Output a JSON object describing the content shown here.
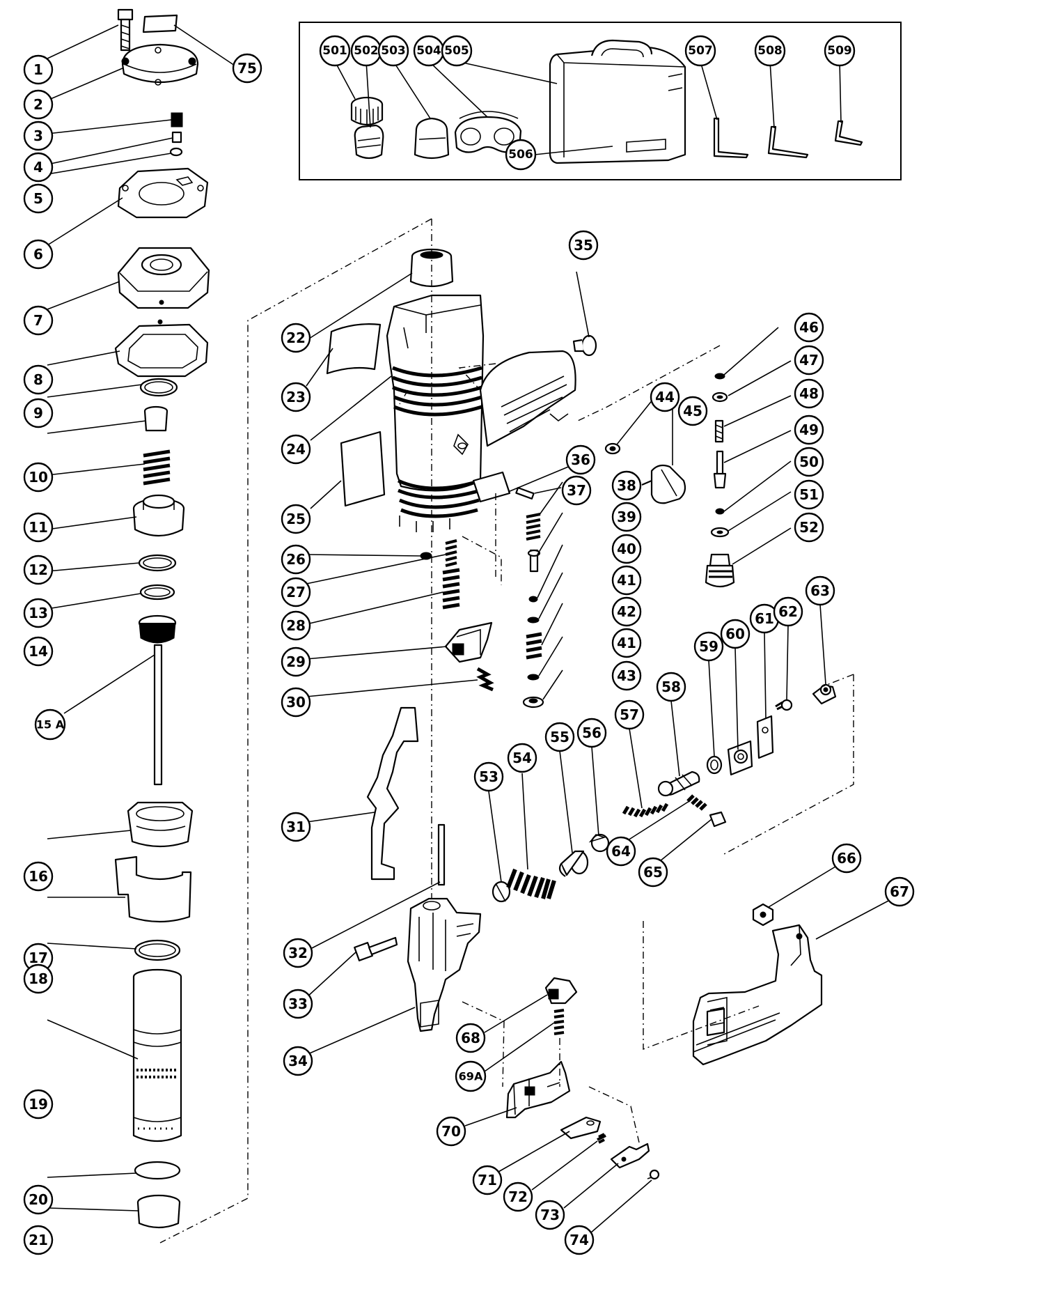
{
  "diagram": {
    "accessories_box": {
      "labels": [
        "501",
        "502",
        "503",
        "504",
        "505",
        "506",
        "507",
        "508",
        "509"
      ]
    },
    "parts": {
      "left_column": [
        "1",
        "2",
        "3",
        "4",
        "5",
        "6",
        "7",
        "8",
        "9",
        "10",
        "11",
        "12",
        "13",
        "14",
        "15 A",
        "16",
        "17",
        "18",
        "19",
        "20",
        "21",
        "75"
      ],
      "body_group": [
        "22",
        "23",
        "24",
        "25",
        "26",
        "27",
        "28",
        "29",
        "30",
        "31",
        "32",
        "33",
        "34",
        "35",
        "36",
        "37"
      ],
      "valve_stack": [
        "38",
        "39",
        "40",
        "41",
        "42",
        "41",
        "43"
      ],
      "adjuster_group": [
        "44",
        "45",
        "46",
        "47",
        "48",
        "49",
        "50",
        "51",
        "52"
      ],
      "trigger_group": [
        "53",
        "54",
        "55",
        "56",
        "57",
        "58",
        "59",
        "60",
        "61",
        "62",
        "63",
        "64",
        "65"
      ],
      "cover_group": [
        "66",
        "67"
      ],
      "nose_group": [
        "68",
        "69A",
        "70",
        "71",
        "72",
        "73",
        "74"
      ]
    }
  }
}
